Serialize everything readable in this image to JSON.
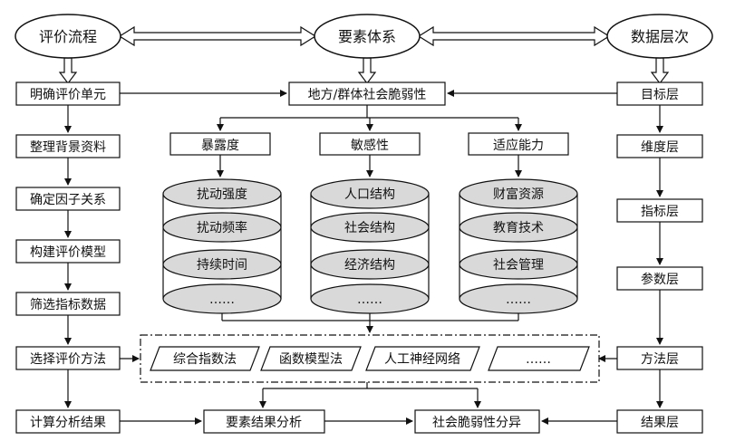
{
  "top_nodes": {
    "process": "评价流程",
    "elements": "要素体系",
    "data_levels": "数据层次"
  },
  "process_steps": [
    "明确评价单元",
    "整理背景资料",
    "确定因子关系",
    "构建评价模型",
    "筛选指标数据",
    "选择评价方法",
    "计算分析结果"
  ],
  "data_levels": [
    "目标层",
    "维度层",
    "指标层",
    "参数层",
    "方法层",
    "结果层"
  ],
  "target": "地方/群体社会脆弱性",
  "dimensions": [
    {
      "title": "暴露度",
      "items": [
        "扰动强度",
        "扰动频率",
        "持续时间",
        "……"
      ]
    },
    {
      "title": "敏感性",
      "items": [
        "人口结构",
        "社会结构",
        "经济结构",
        "……"
      ]
    },
    {
      "title": "适应能力",
      "items": [
        "财富资源",
        "教育技术",
        "社会管理",
        "……"
      ]
    }
  ],
  "methods": [
    "综合指数法",
    "函数模型法",
    "人工神经网络",
    "……"
  ],
  "results": {
    "element_analysis": "要素结果分析",
    "differentiation": "社会脆弱性分异"
  }
}
